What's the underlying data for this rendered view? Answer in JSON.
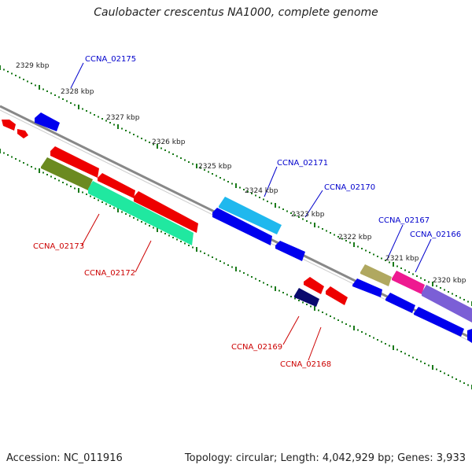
{
  "title": "Caulobacter crescentus NA1000, complete genome",
  "footer": {
    "accession": "Accession: NC_011916",
    "topology": "Topology: circular; Length: 4,042,929 bp; Genes: 3,933"
  },
  "colors": {
    "label_forward": "#0000cc",
    "label_reverse": "#cc0000",
    "backbone": "#888888",
    "ticks": "#1a7a1a"
  },
  "ticks": [
    {
      "label": "2329 kbp"
    },
    {
      "label": "2328 kbp"
    },
    {
      "label": "2327 kbp"
    },
    {
      "label": "2326 kbp"
    },
    {
      "label": "2325 kbp"
    },
    {
      "label": "2324 kbp"
    },
    {
      "label": "2323 kbp"
    },
    {
      "label": "2322 kbp"
    },
    {
      "label": "2321 kbp"
    },
    {
      "label": "2320 kbp"
    }
  ],
  "gene_labels": [
    {
      "name": "CCNA_02175",
      "strand": "forward"
    },
    {
      "name": "CCNA_02171",
      "strand": "forward"
    },
    {
      "name": "CCNA_02170",
      "strand": "forward"
    },
    {
      "name": "CCNA_02167",
      "strand": "forward"
    },
    {
      "name": "CCNA_02166",
      "strand": "forward"
    },
    {
      "name": "CCNA_02173",
      "strand": "reverse"
    },
    {
      "name": "CCNA_02172",
      "strand": "reverse"
    },
    {
      "name": "CCNA_02169",
      "strand": "reverse"
    },
    {
      "name": "CCNA_02168",
      "strand": "reverse"
    }
  ],
  "features": [
    {
      "name": "CCNA_02175",
      "strand": "forward",
      "color": "#0000ee"
    },
    {
      "name": "CCNA_02171",
      "strand": "forward",
      "color": "#1fb8ee"
    },
    {
      "name": "CCNA_02170",
      "strand": "forward",
      "color": "#0000ee"
    },
    {
      "name": "CCNA_02167",
      "strand": "forward",
      "color": "#b0a860"
    },
    {
      "name": "CCNA_02166",
      "strand": "forward",
      "color": "#7b5fd6"
    },
    {
      "name": "CCNA_02173",
      "strand": "reverse",
      "color": "#6b8a20"
    },
    {
      "name": "CCNA_02172",
      "strand": "reverse",
      "color": "#20e8a0"
    },
    {
      "name": "CCNA_02169",
      "strand": "reverse",
      "color": "#0a0a6e"
    },
    {
      "name": "CCNA_02168",
      "strand": "reverse",
      "color": "#ee0000"
    }
  ]
}
